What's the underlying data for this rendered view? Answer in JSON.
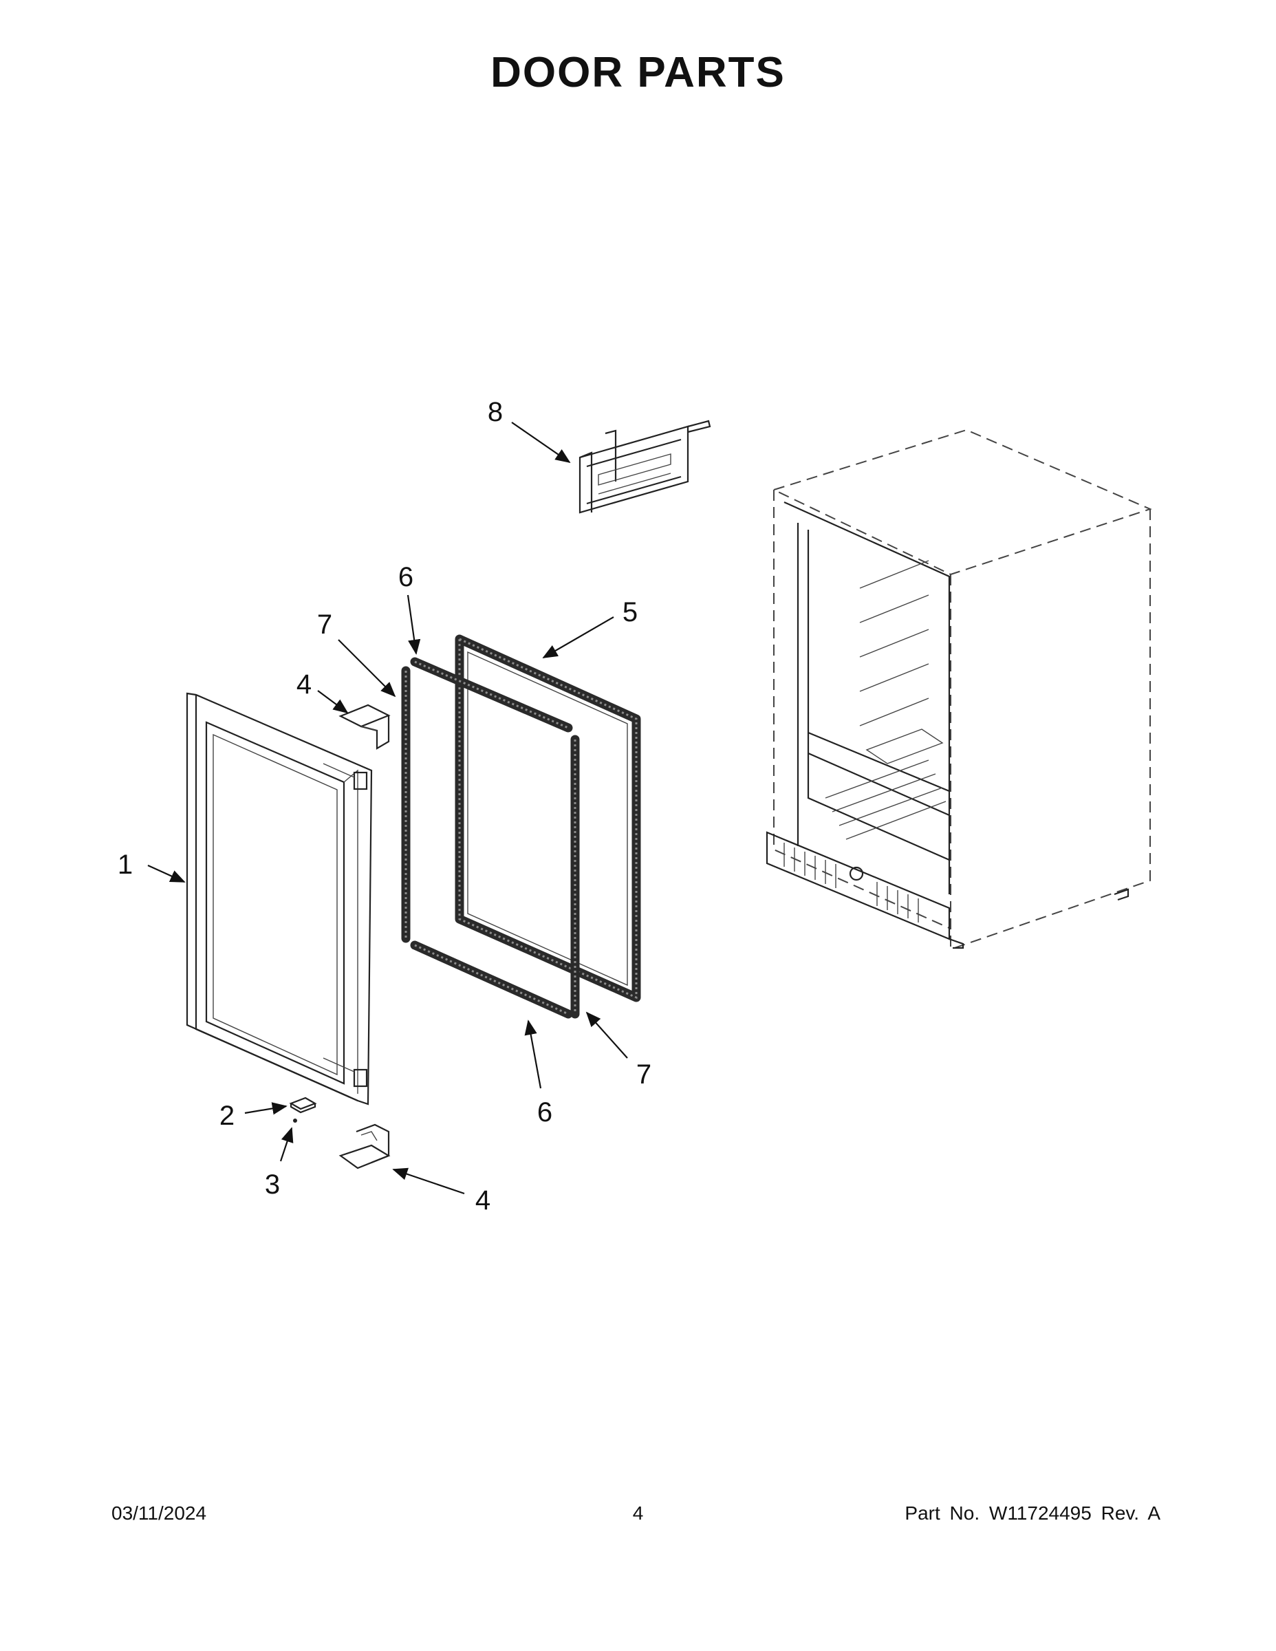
{
  "page": {
    "title": "DOOR PARTS"
  },
  "callouts": [
    {
      "id": "1",
      "label": "1",
      "part": "door"
    },
    {
      "id": "2",
      "label": "2",
      "part": "hinge-bracket"
    },
    {
      "id": "3",
      "label": "3",
      "part": "screw"
    },
    {
      "id": "4a",
      "label": "4",
      "part": "hinge-cover-top"
    },
    {
      "id": "4b",
      "label": "4",
      "part": "hinge-cover-bottom"
    },
    {
      "id": "5",
      "label": "5",
      "part": "door-gasket"
    },
    {
      "id": "6a",
      "label": "6",
      "part": "gasket-strip-top"
    },
    {
      "id": "6b",
      "label": "6",
      "part": "gasket-strip-bottom"
    },
    {
      "id": "7a",
      "label": "7",
      "part": "gasket-strip-left"
    },
    {
      "id": "7b",
      "label": "7",
      "part": "gasket-strip-right"
    },
    {
      "id": "8",
      "label": "8",
      "part": "hinge-assembly"
    }
  ],
  "footer": {
    "date": "03/11/2024",
    "page_number": "4",
    "part_number": "Part No.  W11724495  Rev.  A"
  }
}
